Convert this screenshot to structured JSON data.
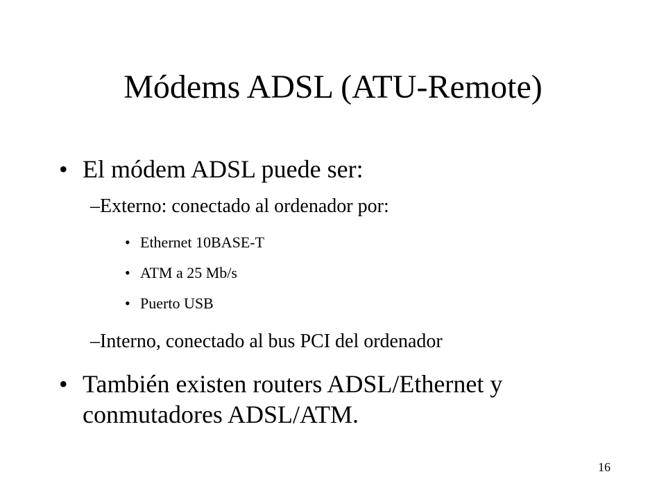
{
  "slide": {
    "title": "Módems ADSL (ATU-Remote)",
    "page_number": "16",
    "bullet_glyph": "•",
    "dash_glyph": "–",
    "items": [
      {
        "text": "El módem ADSL puede ser:",
        "sub": [
          {
            "text": "Externo: conectado al ordenador por:",
            "sub": [
              {
                "text": "Ethernet 10BASE-T"
              },
              {
                "text": "ATM a 25 Mb/s"
              },
              {
                "text": "Puerto USB"
              }
            ]
          },
          {
            "text": "Interno, conectado al bus PCI del ordenador"
          }
        ]
      },
      {
        "text": "También existen routers ADSL/Ethernet y conmutadores ADSL/ATM."
      }
    ]
  }
}
